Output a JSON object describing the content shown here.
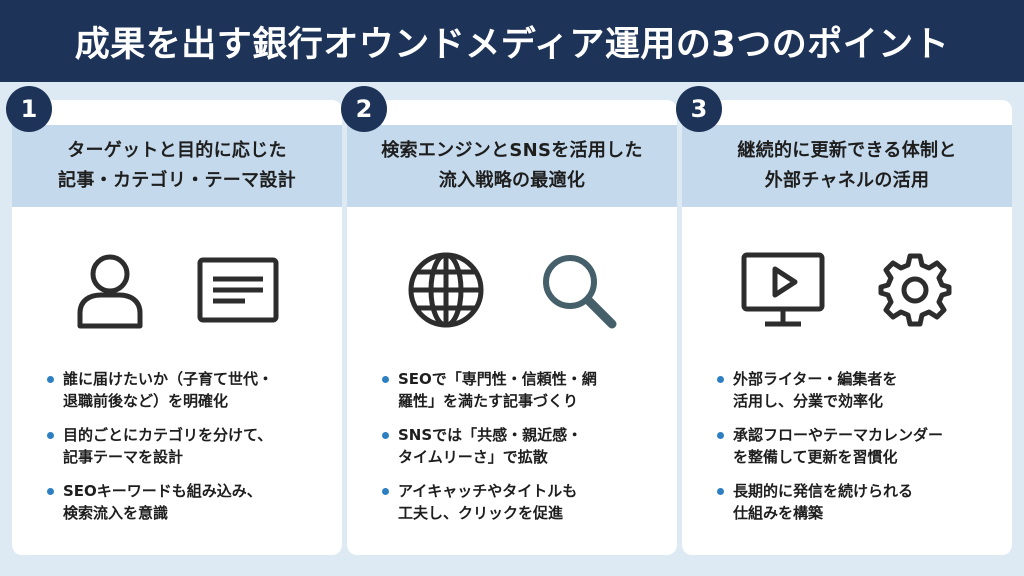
{
  "title": "成果を出す銀行オウンドメディア運用の3つのポイント",
  "colors": {
    "header_bg": "#1e3358",
    "band_bg": "#c4d9ec",
    "background": "#dde9f3",
    "bullet": "#2e7fc1",
    "icon": "#2d2d2d",
    "search_icon": "#45606b"
  },
  "cards": [
    {
      "number": "1",
      "heading": [
        "ターゲットと目的に応じた",
        "記事・カテゴリ・テーマ設計"
      ],
      "icons": [
        "person-icon",
        "document-icon"
      ],
      "bullets": [
        [
          "誰に届けたいか（子育て世代・",
          "退職前後など）を明確化"
        ],
        [
          "目的ごとにカテゴリを分けて、",
          "記事テーマを設計"
        ],
        [
          "SEOキーワードも組み込み、",
          "検索流入を意識"
        ]
      ]
    },
    {
      "number": "2",
      "heading": [
        "検索エンジンとSNSを活用した",
        "流入戦略の最適化"
      ],
      "icons": [
        "globe-icon",
        "search-icon"
      ],
      "bullets": [
        [
          "SEOで「専門性・信頼性・網",
          "羅性」を満たす記事づくり"
        ],
        [
          "SNSでは「共感・親近感・",
          "タイムリーさ」で拡散"
        ],
        [
          "アイキャッチやタイトルも",
          "工夫し、クリックを促進"
        ]
      ]
    },
    {
      "number": "3",
      "heading": [
        "継続的に更新できる体制と",
        "外部チャネルの活用"
      ],
      "icons": [
        "video-monitor-icon",
        "gear-icon"
      ],
      "bullets": [
        [
          "外部ライター・編集者を",
          "活用し、分業で効率化"
        ],
        [
          "承認フローやテーマカレンダー",
          "を整備して更新を習慣化"
        ],
        [
          "長期的に発信を続けられる",
          "仕組みを構築"
        ]
      ]
    }
  ]
}
